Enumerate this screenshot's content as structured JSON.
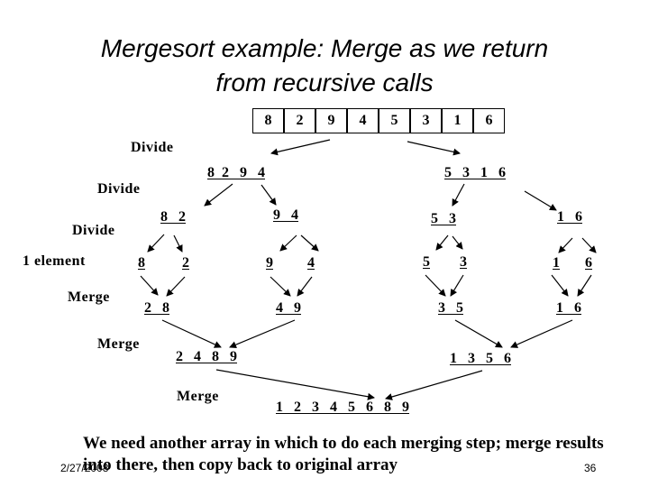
{
  "title": {
    "line1": "Mergesort example: Merge as we return",
    "line2": "from recursive calls"
  },
  "array": [
    "8",
    "2",
    "9",
    "4",
    "5",
    "3",
    "1",
    "6"
  ],
  "labels": {
    "divide1": "Divide",
    "divide2": "Divide",
    "divide3": "Divide",
    "one_element": "1 element",
    "merge1": "Merge",
    "merge2": "Merge",
    "merge3": "Merge"
  },
  "nodes": {
    "l1_left": "8  2   9   4",
    "l1_right": "5   3   1   6",
    "l2_a": "8   2",
    "l2_b": "9   4",
    "l2_c": "5   3",
    "l2_d": "1   6",
    "e_8": "8",
    "e_2": "2",
    "e_9": "9",
    "e_4": "4",
    "e_5": "5",
    "e_3": "3",
    "e_1": "1",
    "e_6": "6",
    "m1_a": "2   8",
    "m1_b": "4   9",
    "m1_c": "3   5",
    "m1_d": "1   6",
    "m2_left": "2   4   8   9",
    "m2_right": "1   3   5   6",
    "final": "1   2   3   4   5   6   8   9"
  },
  "note": "We need another array in which to do each merging step; merge results into there, then copy back to original array",
  "footer": {
    "date": "2/27/2008",
    "page": "36"
  }
}
